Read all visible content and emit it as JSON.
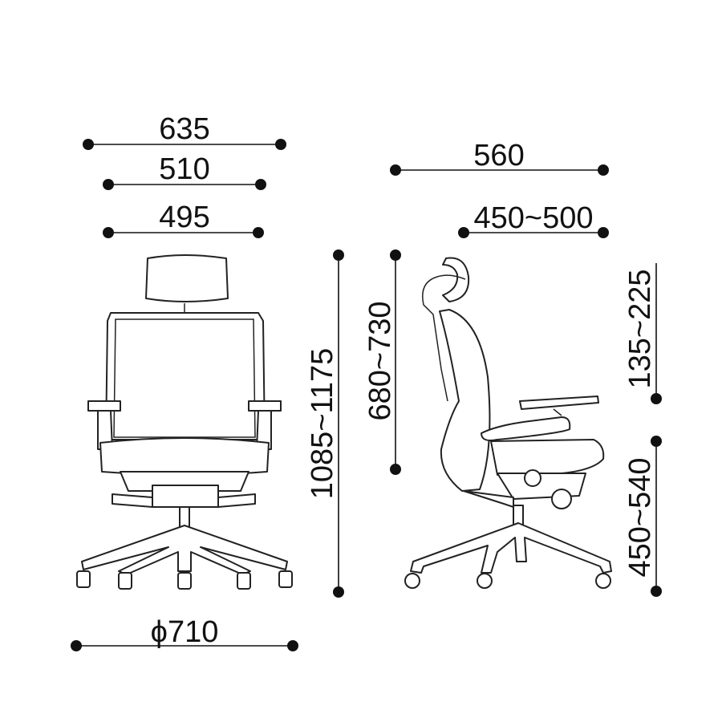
{
  "colors": {
    "line": "#111111",
    "background": "#ffffff"
  },
  "front_view": {
    "overall_width": "635",
    "back_width": "510",
    "seat_width": "495",
    "base_diameter": "ϕ710"
  },
  "side_view": {
    "overall_depth": "560",
    "seat_depth": "450~500",
    "overall_height": "1085~1175",
    "back_height": "680~730",
    "armrest_height": "135~225",
    "seat_height": "450~540"
  }
}
